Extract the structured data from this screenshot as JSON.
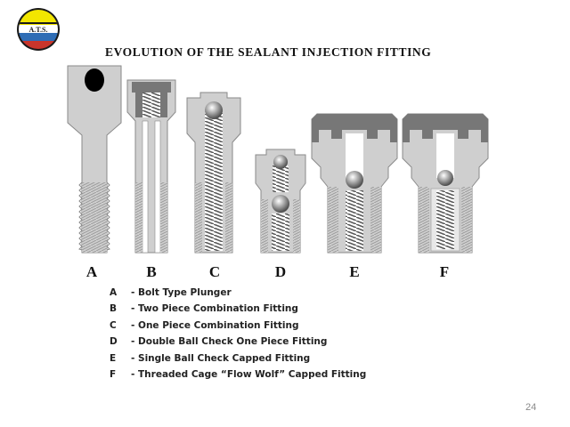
{
  "slide": {
    "title": "EVOLUTION OF THE SEALANT INJECTION FITTING",
    "page_number": "24",
    "logo_text": "A.T.S."
  },
  "fittings": [
    {
      "letter": "A",
      "description": "- Bolt Type Plunger"
    },
    {
      "letter": "B",
      "description": "- Two Piece Combination Fitting"
    },
    {
      "letter": "C",
      "description": "- One Piece Combination Fitting"
    },
    {
      "letter": "D",
      "description": "- Double Ball Check One Piece Fitting"
    },
    {
      "letter": "E",
      "description": "- Single Ball Check Capped Fitting"
    },
    {
      "letter": "F",
      "description": "- Threaded Cage “Flow Wolf” Capped Fitting"
    }
  ],
  "colors": {
    "body_fill": "#cfcfcf",
    "body_stroke": "#8a8a8a",
    "spring": "#6e6e6e",
    "cap": "#777777",
    "logo_yellow": "#f2e600",
    "logo_blue": "#2f6db5",
    "logo_red": "#c8352b"
  }
}
